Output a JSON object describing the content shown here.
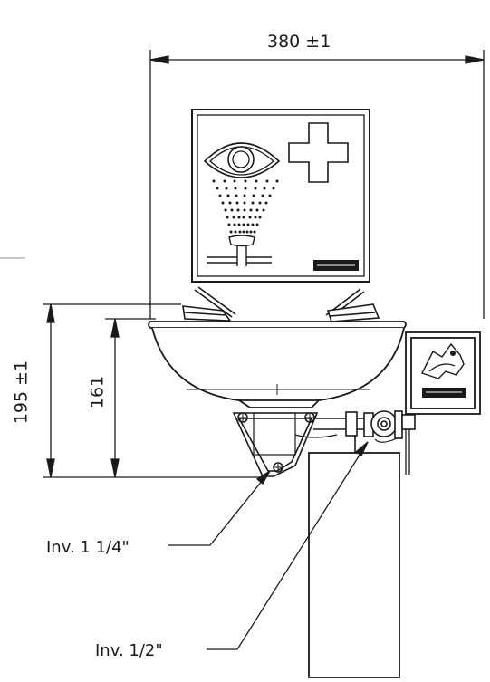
{
  "dimensions": {
    "width": "380 ±1",
    "total_height": "195 ±1",
    "bowl_height": "161"
  },
  "callouts": {
    "waste": "Inv. 1 1/4\"",
    "supply": "Inv. 1/2\""
  },
  "colors": {
    "line": "#1a1a1a",
    "fill": "#ffffff",
    "panel_gray": "#d8d8d8"
  },
  "icons": [
    "eye-wash-symbol",
    "first-aid-cross",
    "activation-hand-symbol",
    "brand-logo"
  ]
}
